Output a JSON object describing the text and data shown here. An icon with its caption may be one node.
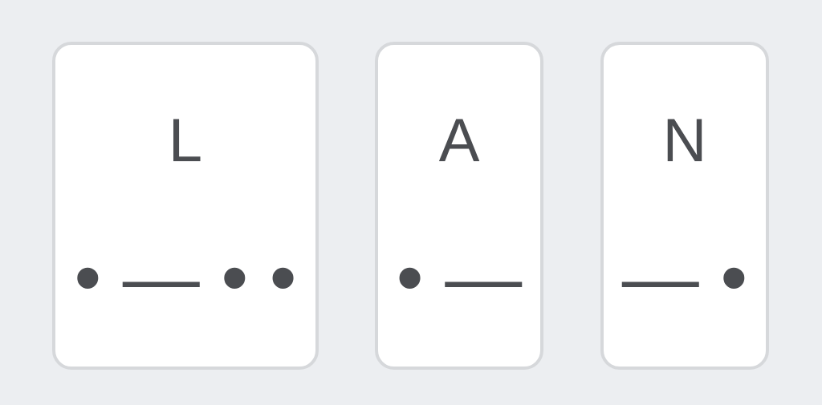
{
  "diagram": {
    "nodes": [
      {
        "text": [
          "L",
          "• — • •"
        ]
      },
      {
        "text": [
          "A",
          "• —"
        ]
      },
      {
        "text": [
          "N",
          "— •"
        ]
      }
    ]
  }
}
